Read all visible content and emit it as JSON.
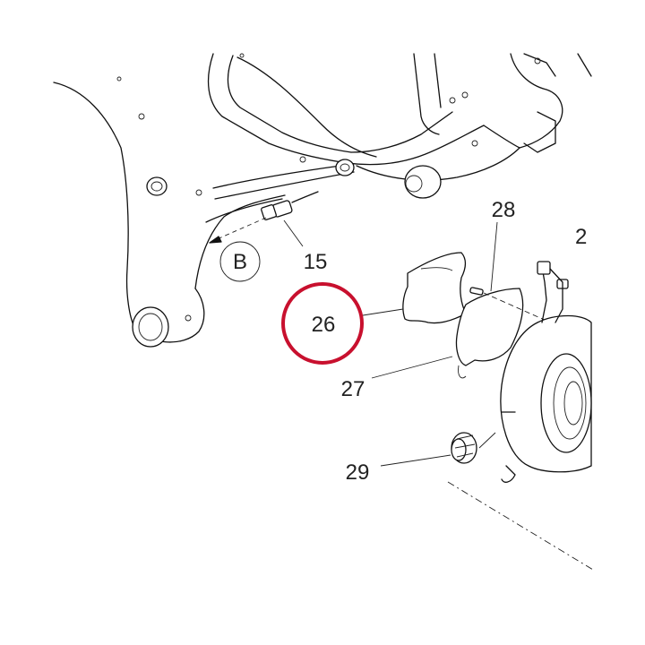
{
  "callouts": {
    "c15": "15",
    "c26": "26",
    "c27": "27",
    "c28": "28",
    "c29": "29",
    "c_partial": "2",
    "b": "B"
  },
  "highlight_color": "#c8102e"
}
